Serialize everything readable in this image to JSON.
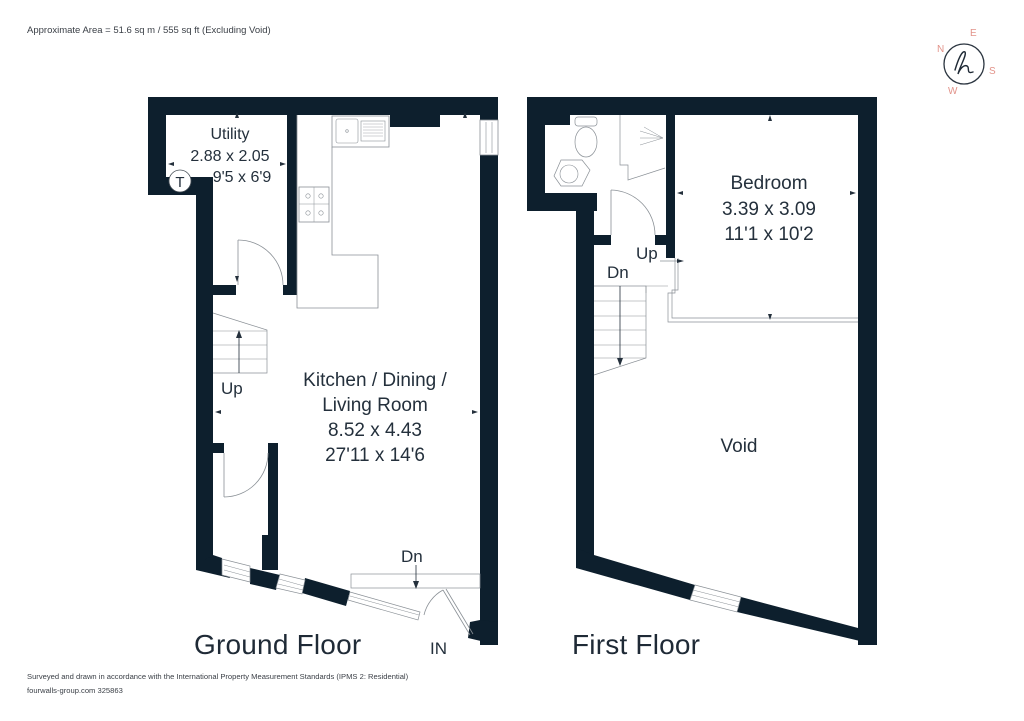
{
  "header": {
    "area_text": "Approximate Area = 51.6 sq m / 555 sq ft (Excluding Void)"
  },
  "compass": {
    "logo_letter": "h",
    "north": "N",
    "east": "E",
    "south": "S",
    "west": "W",
    "ring_color": "#2b3540",
    "letter_color": "#e2938a"
  },
  "colors": {
    "wall": "#0d1f2d",
    "line": "#8a9096",
    "text": "#24303c"
  },
  "ground_floor": {
    "label": "Ground Floor",
    "rooms": [
      {
        "name": "Utility",
        "metric": "2.88 x 2.05",
        "imperial": "9'5 x 6'9"
      },
      {
        "name_line1": "Kitchen / Dining /",
        "name_line2": "Living Room",
        "metric": "8.52 x 4.43",
        "imperial": "27'11 x 14'6"
      }
    ],
    "symbols": {
      "thermostat": "T",
      "stairs_up": "Up",
      "stairs_down": "Dn",
      "entrance": "IN"
    }
  },
  "first_floor": {
    "label": "First Floor",
    "rooms": [
      {
        "name": "Bedroom",
        "metric": "3.39 x 3.09",
        "imperial": "11'1 x 10'2"
      },
      {
        "name": "Void"
      }
    ],
    "symbols": {
      "stairs_up": "Up",
      "stairs_down": "Dn"
    }
  },
  "footer": {
    "line1": "Surveyed and drawn in accordance with the International Property Measurement Standards (IPMS 2: Residential)",
    "line2": "fourwalls-group.com 325863"
  }
}
